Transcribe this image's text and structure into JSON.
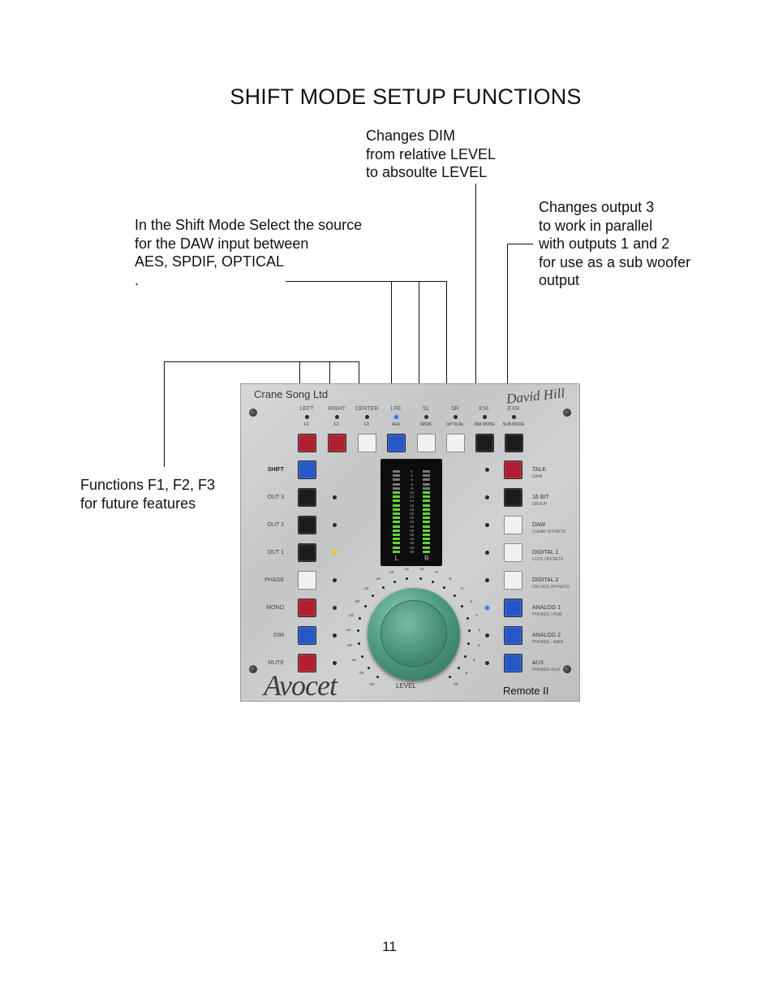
{
  "title": "SHIFT MODE SETUP FUNCTIONS",
  "annotations": {
    "dim_mode": [
      "Changes DIM",
      "from relative LEVEL",
      "to absoulte LEVEL"
    ],
    "daw_source": [
      "In the Shift Mode Select the source",
      "for the DAW input between",
      "AES, SPDIF, OPTICAL",
      "."
    ],
    "sub_mode": [
      "Changes output 3",
      "to work in parallel",
      "with outputs 1 and 2",
      "for use as a sub woofer",
      "output"
    ],
    "functions": [
      "Functions F1, F2, F3",
      "for future features"
    ]
  },
  "device": {
    "brand": "Crane Song Ltd",
    "logo": "Avocet",
    "model": "Remote II",
    "signature": "David Hill",
    "knob_label": "LEVEL",
    "top_channels": [
      {
        "label": "LEFT",
        "sub": "F1",
        "color": "red"
      },
      {
        "label": "RIGHT",
        "sub": "F2",
        "color": "red"
      },
      {
        "label": "CENTER",
        "sub": "F3",
        "color": "white"
      },
      {
        "label": "LFE",
        "sub": "AES",
        "color": "blue",
        "led": "blue"
      },
      {
        "label": "SL",
        "sub": "SPDIF",
        "color": "white"
      },
      {
        "label": "SR",
        "sub": "OPTICAL",
        "color": "white"
      },
      {
        "label": "EXL",
        "sub": "DIM MODE",
        "color": "black"
      },
      {
        "label": "EXR",
        "sub": "SUB MODE",
        "color": "black"
      }
    ],
    "left_buttons": [
      {
        "label": "SHIFT",
        "color": "blue",
        "led": "none"
      },
      {
        "label": "OUT 3",
        "color": "black",
        "led": "off"
      },
      {
        "label": "OUT 2",
        "color": "black",
        "led": "off"
      },
      {
        "label": "OUT 1",
        "color": "black",
        "led": "yellow"
      },
      {
        "label": "PHASE",
        "color": "white",
        "led": "off"
      },
      {
        "label": "MONO",
        "color": "red",
        "led": "off"
      },
      {
        "label": "DIM",
        "color": "blue",
        "led": "off"
      },
      {
        "label": "MUTE",
        "color": "red",
        "led": "off"
      }
    ],
    "right_buttons": [
      {
        "label": "TALK",
        "sub": "GAIN",
        "color": "red",
        "led": "off"
      },
      {
        "label": "16 BIT",
        "sub": "GROUP",
        "color": "black",
        "led": "off"
      },
      {
        "label": "DAW",
        "sub": "CLEAR OFFSETS",
        "color": "white",
        "led": "off"
      },
      {
        "label": "DIGITAL 1",
        "sub": "LOCK OFFSETS",
        "color": "white",
        "led": "off"
      },
      {
        "label": "DIGITAL 2",
        "sub": "UNLOCK OFFSETS",
        "color": "white",
        "led": "off"
      },
      {
        "label": "ANALOG 1",
        "sub": "PHONES / PGM",
        "color": "blue",
        "led": "blue"
      },
      {
        "label": "ANALOG 2",
        "sub": "PHONES - MAIN",
        "color": "blue",
        "led": "off"
      },
      {
        "label": "AUX",
        "sub": "PHONES /AUX",
        "color": "blue",
        "led": "off"
      }
    ],
    "meter": {
      "channels": [
        "L",
        "R"
      ],
      "scale": [
        "0",
        "-2",
        "-4",
        "-6",
        "-8",
        "-10",
        "-12",
        "-14",
        "-16",
        "-18",
        "-20",
        "-22",
        "-24",
        "-26",
        "-28",
        "-30",
        "-33",
        "-36",
        "-40",
        "-48"
      ]
    },
    "level_scale": [
      "-32",
      "-30",
      "-28",
      "-26",
      "-24",
      "-22",
      "-20",
      "-18",
      "-16",
      "-14",
      "-12",
      "-10",
      "-8",
      "-6",
      "-4",
      "-2",
      "0",
      "2",
      "4",
      "6",
      "8",
      "10"
    ]
  },
  "page_number": "11"
}
